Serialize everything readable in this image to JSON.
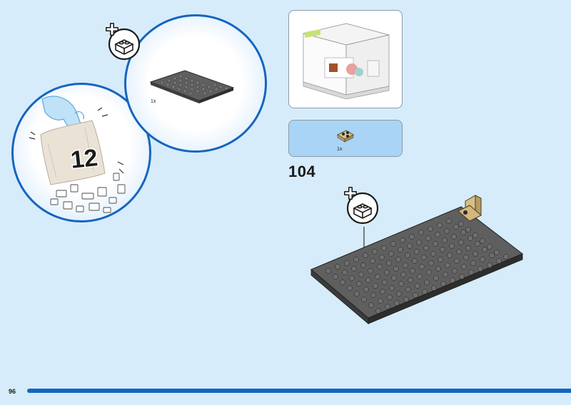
{
  "page": {
    "number": "96"
  },
  "bag": {
    "number": "12"
  },
  "step": {
    "number": "104"
  },
  "parts_needed": {
    "baseplate_qty": "1x"
  },
  "callout": {
    "brick_qty": "1x"
  },
  "icons": {
    "add_badge": "plus-brick-icon",
    "hand": "hand-icon",
    "bag": "bag-icon"
  },
  "colors": {
    "background": "#d6ecfa",
    "accent": "#1565c0",
    "plate": "#5f5f5f",
    "tan": "#cdb483"
  }
}
